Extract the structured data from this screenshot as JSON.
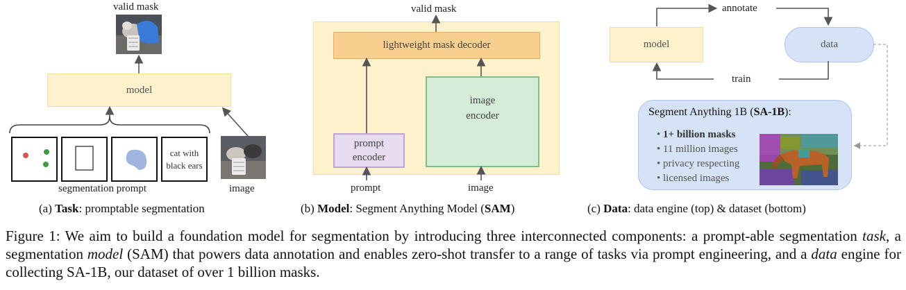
{
  "panel_a": {
    "valid_mask": "valid mask",
    "model": "model",
    "prompt_text": "cat with black ears",
    "segmentation_prompt": "segmentation prompt",
    "image": "image",
    "caption_letter": "(a) ",
    "caption_bold": "Task",
    "caption_rest": ": promptable segmentation"
  },
  "panel_b": {
    "valid_mask": "valid mask",
    "decoder": "lightweight mask decoder",
    "prompt_encoder": "prompt encoder",
    "image_encoder": "image encoder",
    "prompt": "prompt",
    "image": "image",
    "caption_letter": "(b) ",
    "caption_bold": "Model",
    "caption_mid": ": Segment Anything Model (",
    "caption_bold2": "SAM",
    "caption_end": ")"
  },
  "panel_c": {
    "annotate": "annotate",
    "model": "model",
    "data": "data",
    "train": "train",
    "sa1b_title_pre": "Segment Anything 1B (",
    "sa1b_title_bold": "SA-1B",
    "sa1b_title_post": "):",
    "items": [
      {
        "text": "1+ billion masks",
        "bold": true
      },
      {
        "text": "11 million images",
        "bold": false
      },
      {
        "text": "privacy respecting",
        "bold": false
      },
      {
        "text": "licensed images",
        "bold": false
      }
    ],
    "bullet": "•",
    "caption_letter": "(c) ",
    "caption_bold": "Data",
    "caption_rest": ": data engine (top) & dataset (bottom)"
  },
  "figure_caption": {
    "p1": "Figure 1: We aim to build a foundation model for segmentation by introducing three interconnected components: a prompt-able segmentation ",
    "task": "task",
    "p2": ", a segmentation ",
    "model": "model",
    "p3": " (SAM) that powers data annotation and enables zero-shot transfer to a range of tasks via prompt engineering, and a ",
    "data": "data",
    "p4": " engine for collecting SA-1B, our dataset of over 1 billion masks."
  },
  "colors": {
    "yellow_fill": "#fdf2cc",
    "orange_fill": "#f9cf8f",
    "purple_fill": "#e8dcf0",
    "green_fill": "#d5ecd8",
    "blue_fill": "#d6e3f6",
    "arrow": "#555555"
  }
}
